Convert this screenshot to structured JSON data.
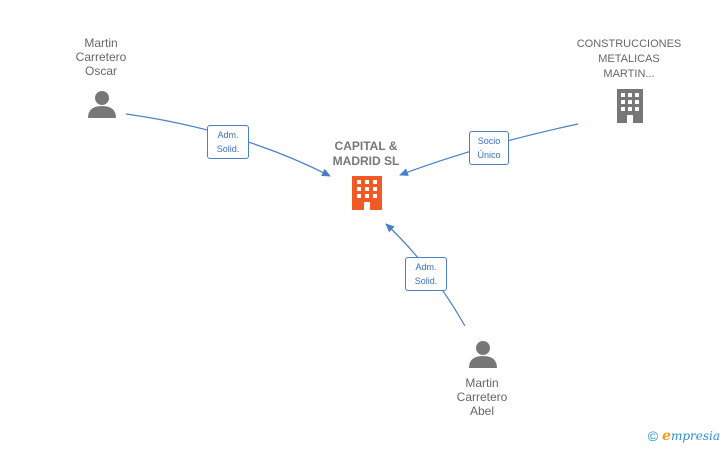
{
  "nodes": {
    "person_oscar": {
      "lines": [
        "Martin",
        "Carretero",
        "Oscar"
      ],
      "icon": "person-icon",
      "color": "#777777"
    },
    "company_construcciones": {
      "lines": [
        "CONSTRUCCIONES",
        "METALICAS",
        "MARTIN..."
      ],
      "icon": "building-icon",
      "color": "#777777"
    },
    "center": {
      "lines": [
        "CAPITAL &",
        "MADRID  SL"
      ],
      "icon": "building-icon",
      "color": "#f15a24"
    },
    "person_abel": {
      "lines": [
        "Martin",
        "Carretero",
        "Abel"
      ],
      "icon": "person-icon",
      "color": "#777777"
    }
  },
  "edges": [
    {
      "from": "person_oscar",
      "to": "center",
      "label": [
        "Adm.",
        "Solid."
      ]
    },
    {
      "from": "company_construcciones",
      "to": "center",
      "label": [
        "Socio",
        "Único"
      ]
    },
    {
      "from": "person_abel",
      "to": "center",
      "label": [
        "Adm.",
        "Solid."
      ]
    }
  ],
  "colors": {
    "edge": "#4a7fc8",
    "accent": "#f15a24",
    "neutral": "#777777"
  },
  "footer": {
    "copyright": "©",
    "brand_initial": "e",
    "brand_rest": "mpresia"
  }
}
